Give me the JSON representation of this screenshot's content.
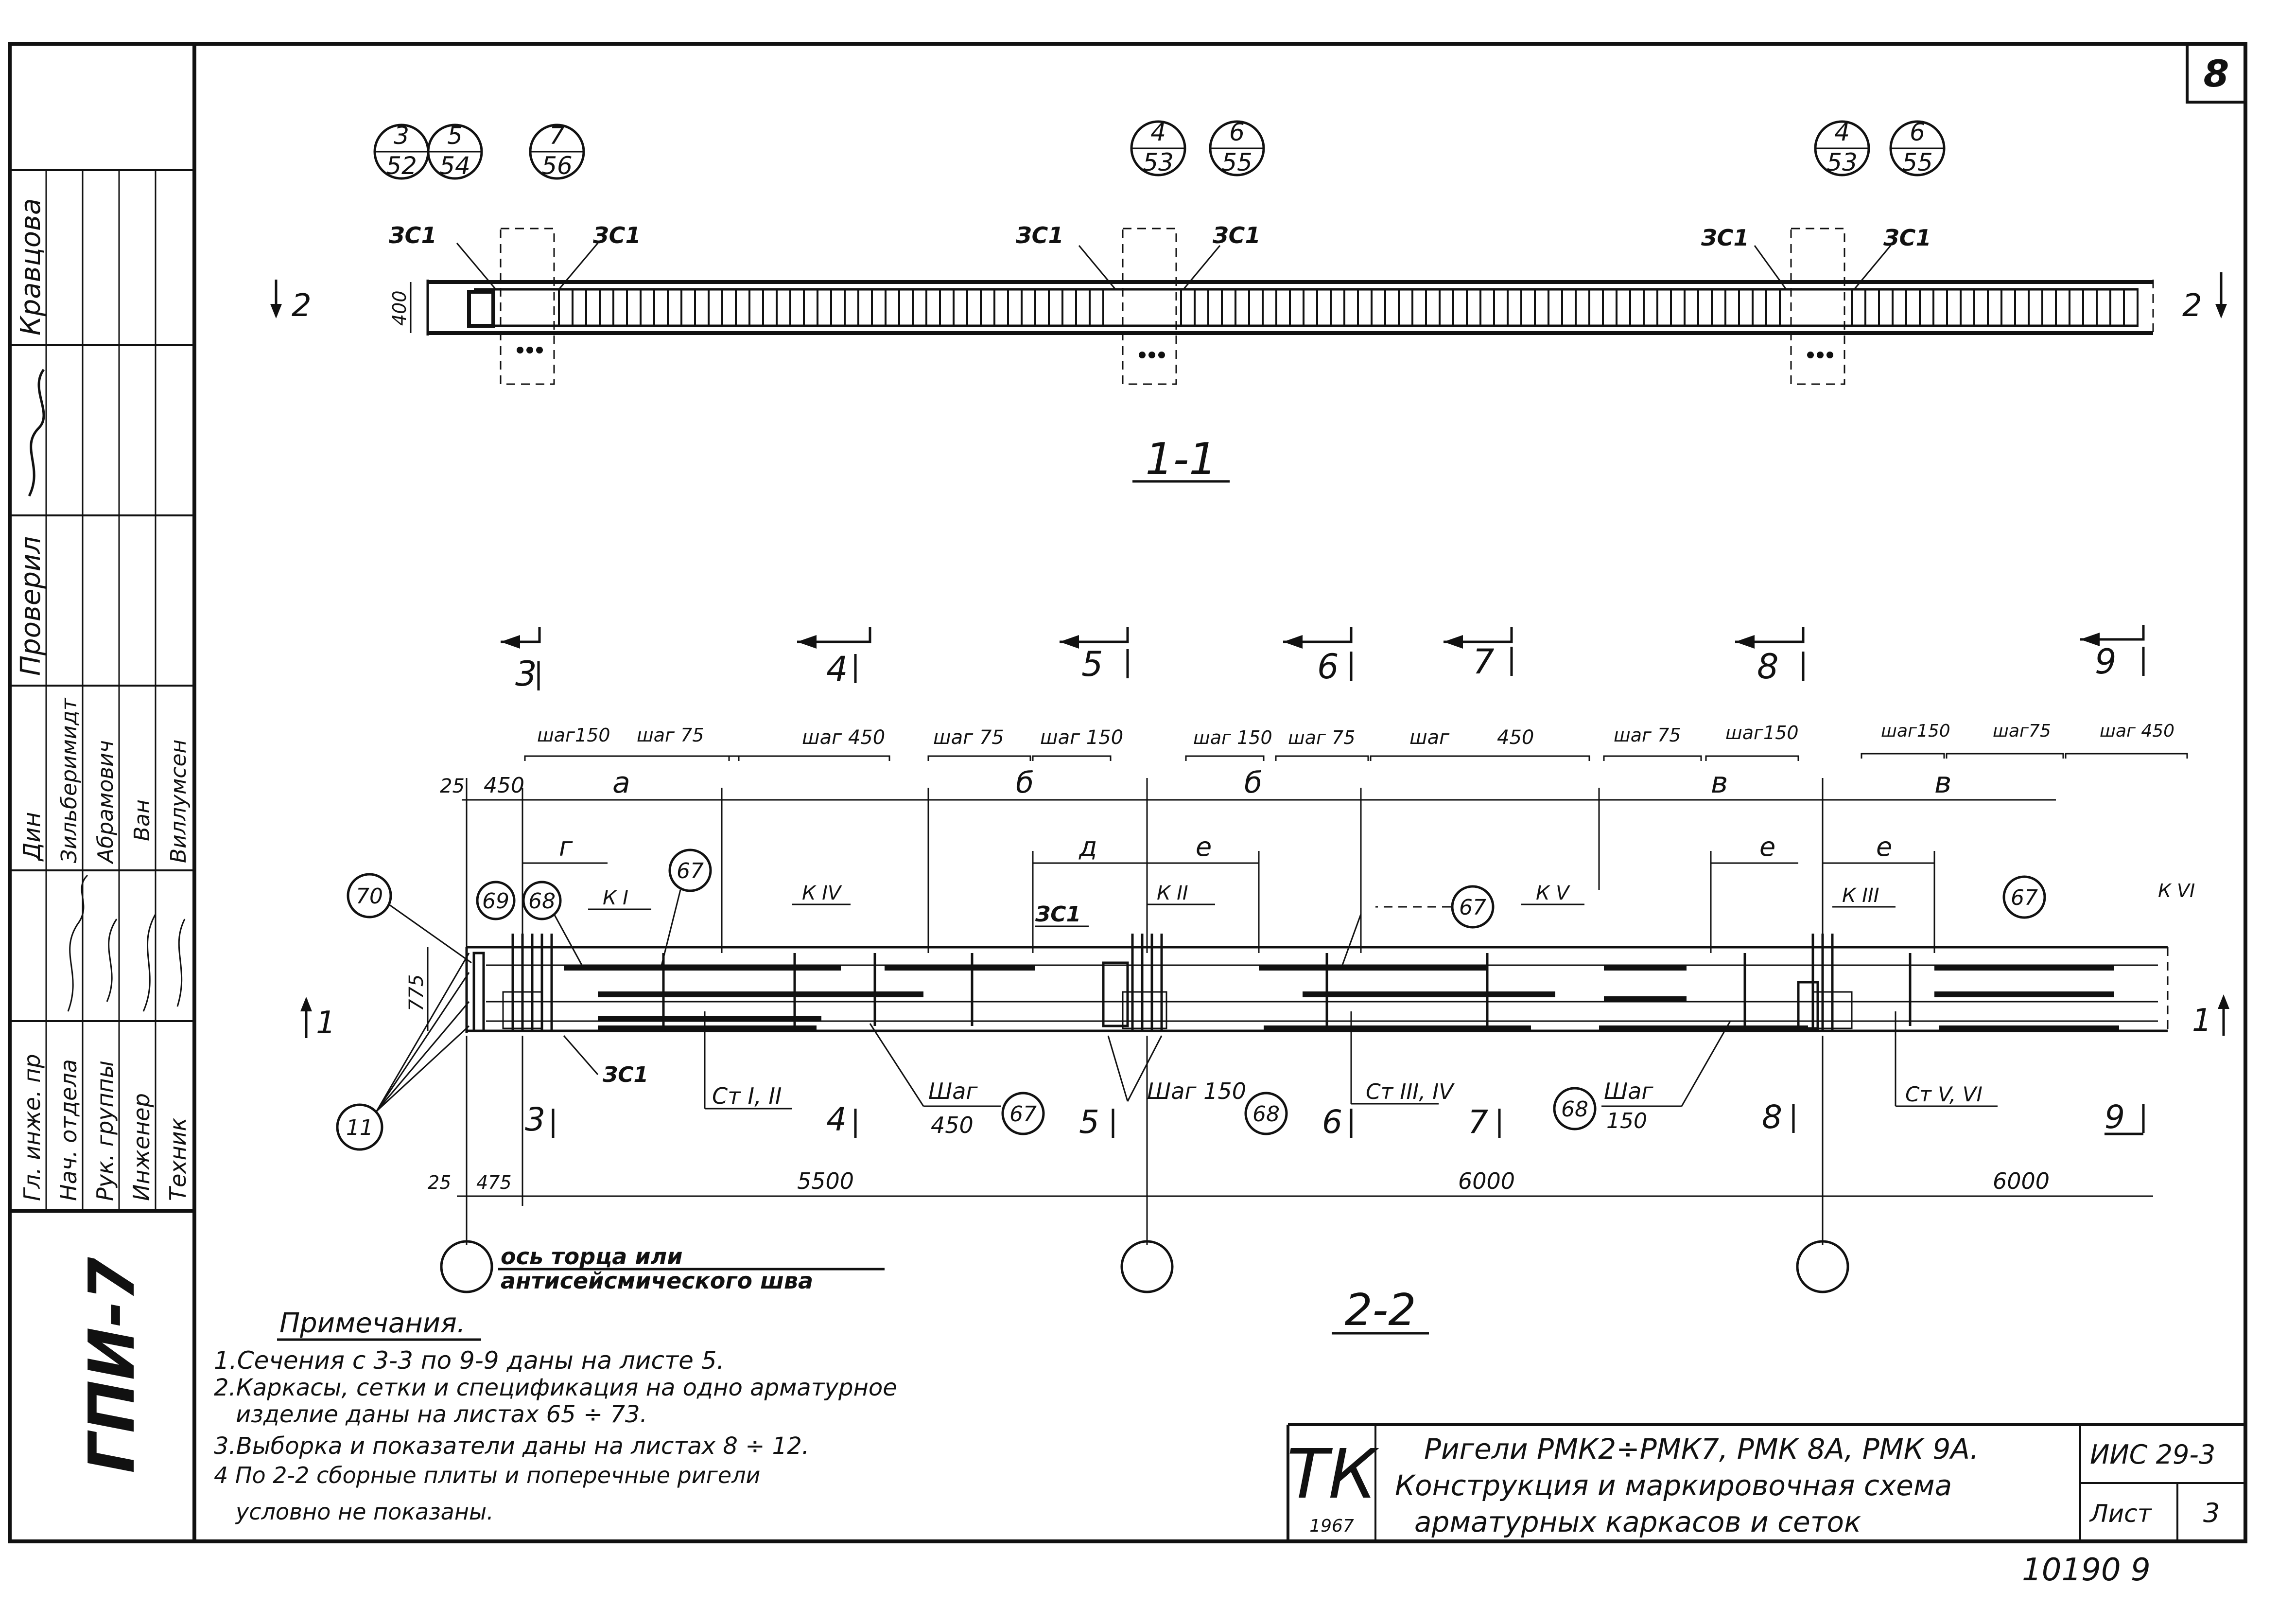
{
  "sheet_no": "8",
  "stamp": {
    "org_code": "ГПИ-7",
    "roles": [
      "Гл. инже. пр",
      "Нач. отдела",
      "Рук. группы",
      "Инженер",
      "Техник"
    ],
    "names": [
      "Зильберимидт",
      "Абрамович",
      "Ван",
      "Виллумсен"
    ],
    "name_header": "Дин",
    "checked_label": "Проверил",
    "checked_name": "Кравцова"
  },
  "section11": {
    "label": "1-1",
    "height_dim": "400",
    "cut_mark": "2",
    "bubbles": [
      {
        "top": "3",
        "bottom": "52"
      },
      {
        "top": "5",
        "bottom": "54"
      },
      {
        "top": "7",
        "bottom": "56"
      },
      {
        "top": "4",
        "bottom": "53"
      },
      {
        "top": "6",
        "bottom": "55"
      },
      {
        "top": "4",
        "bottom": "53"
      },
      {
        "top": "6",
        "bottom": "55"
      }
    ],
    "zs_label": "ЗС1"
  },
  "section22": {
    "label": "2-2",
    "height_dim": "775",
    "cut_mark": "1",
    "section_marks": [
      "3",
      "4",
      "5",
      "6",
      "7",
      "8",
      "9"
    ],
    "steps": [
      "шаг150",
      "шаг 75",
      "шаг 450",
      "шаг 75",
      "шаг 150",
      "шаг 150",
      "шаг 75",
      "шаг",
      "450",
      "шаг 75",
      "шаг150",
      "шаг150",
      "шаг75",
      "шаг 450"
    ],
    "spans_top": [
      "25",
      "450",
      "а",
      "б",
      "б",
      "в",
      "в"
    ],
    "spans_mid": [
      "г",
      "д",
      "е",
      "е",
      "е"
    ],
    "frames": [
      "К I",
      "К IV",
      "К II",
      "К V",
      "К III",
      "К VI"
    ],
    "rods": [
      "Ст I, II",
      "Ст III, IV",
      "Ст V, VI"
    ],
    "callouts": [
      "70",
      "69",
      "68",
      "67",
      "67",
      "67",
      "11",
      "67",
      "68",
      "68"
    ],
    "step_notes": [
      "Шаг",
      "450",
      "Шаг 150",
      "Шаг",
      "150"
    ],
    "zs_label": "ЗС1",
    "bottom_dims": [
      "25",
      "475",
      "5500",
      "6000",
      "6000"
    ],
    "axis_note_1": "ось торца или",
    "axis_note_2": "антисейсмического шва"
  },
  "notes": {
    "title": "Примечания.",
    "items": [
      "1.Сечения с 3-3 по 9-9 даны на листе 5.",
      "2.Каркасы, сетки и спецификация на одно арматурное",
      "изделие даны на листах 65 ÷ 73.",
      "3.Выборка и показатели даны на листах 8 ÷ 12.",
      "4 По 2-2 сборные плиты и поперечные ригели",
      "условно не показаны."
    ]
  },
  "title_block": {
    "logo": "ТК",
    "year": "1967",
    "line1": "Ригели РМК2÷РМК7, РМК 8А, РМК 9А.",
    "line2": "Конструкция и маркировочная схема",
    "line3": "арматурных каркасов и сеток",
    "code": "ИИС 29-3",
    "sheet_label": "Лист",
    "sheet_value": "3"
  },
  "archive_no": "10190 9"
}
